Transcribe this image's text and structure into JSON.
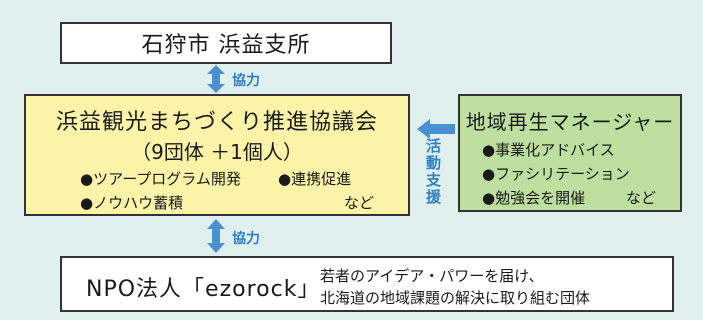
{
  "city": {
    "label": "石狩市 浜益支所"
  },
  "council": {
    "title": "浜益観光まちづくり推進協議会",
    "members": "（9団体 ＋1個人）",
    "activities": [
      "●ツアープログラム開発",
      "●連携促進",
      "●ノウハウ蓄積",
      "など"
    ]
  },
  "manager": {
    "title": "地域再生マネージャー",
    "items": [
      "●事業化アドバイス",
      "●ファシリテーション",
      "●勉強会を開催"
    ],
    "suffix": "など"
  },
  "npo": {
    "name": "NPO法人「ezorock」",
    "description": [
      "若者のアイデア・パワーを届け、",
      "北海道の地域課題の解決に取り組む団体"
    ]
  },
  "arrows": {
    "cooperation_top": "協力",
    "cooperation_bottom": "協力",
    "support": "活動支援"
  },
  "colors": {
    "background": "#dff0ee",
    "council_fill": "#fbf3a8",
    "manager_fill": "#bde0a0",
    "arrow": "#4a90d0",
    "arrow_text": "#2f7fc4"
  }
}
